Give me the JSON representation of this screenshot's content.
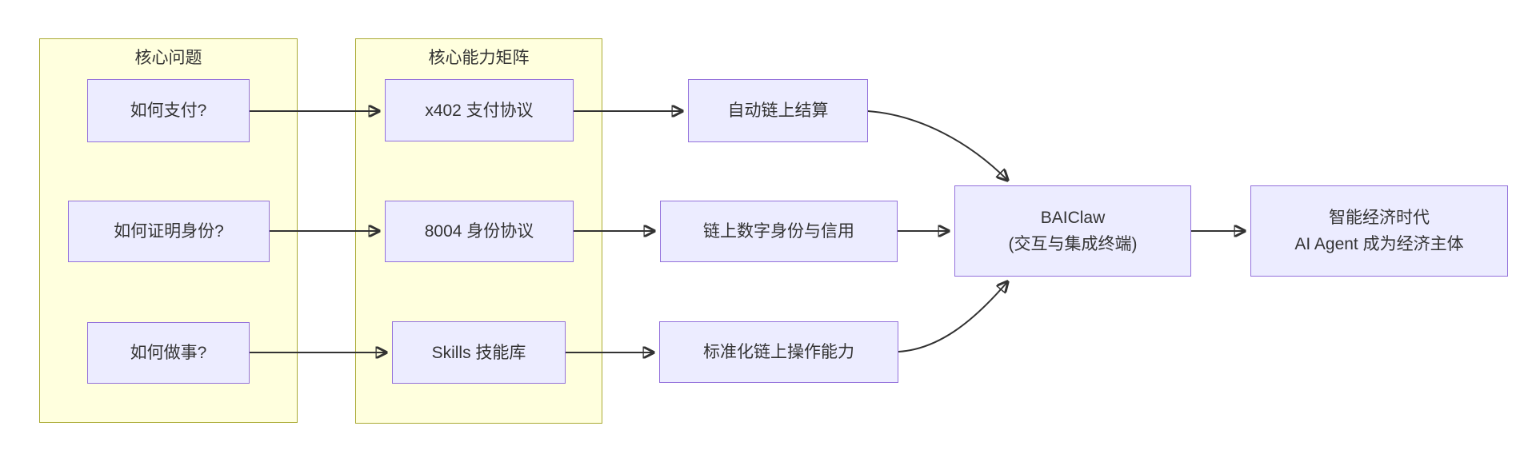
{
  "diagram": {
    "clusters": [
      {
        "id": "problems",
        "title": "核心问题"
      },
      {
        "id": "matrix",
        "title": "核心能力矩阵"
      }
    ],
    "nodes": {
      "q_pay": {
        "label": "如何支付?"
      },
      "q_identity": {
        "label": "如何证明身份?"
      },
      "q_work": {
        "label": "如何做事?"
      },
      "x402": {
        "label": "x402 支付协议"
      },
      "p8004": {
        "label": "8004 身份协议"
      },
      "skills": {
        "label": "Skills 技能库"
      },
      "settle": {
        "label": "自动链上结算"
      },
      "credit": {
        "label": "链上数字身份与信用"
      },
      "ops": {
        "label": "标准化链上操作能力"
      },
      "baiclaw": {
        "line1": "BAIClaw",
        "line2": "(交互与集成终端)"
      },
      "era": {
        "line1": "智能经济时代",
        "line2": "AI Agent 成为经济主体"
      }
    },
    "edges": [
      {
        "from": "q_pay",
        "to": "x402"
      },
      {
        "from": "q_identity",
        "to": "p8004"
      },
      {
        "from": "q_work",
        "to": "skills"
      },
      {
        "from": "x402",
        "to": "settle"
      },
      {
        "from": "p8004",
        "to": "credit"
      },
      {
        "from": "skills",
        "to": "ops"
      },
      {
        "from": "settle",
        "to": "baiclaw"
      },
      {
        "from": "credit",
        "to": "baiclaw"
      },
      {
        "from": "ops",
        "to": "baiclaw"
      },
      {
        "from": "baiclaw",
        "to": "era"
      }
    ],
    "colors": {
      "node_fill": "#ececff",
      "node_border": "#9370db",
      "cluster_fill": "#ffffde",
      "cluster_border": "#aaaa33",
      "text": "#333333",
      "arrow": "#333333"
    }
  }
}
